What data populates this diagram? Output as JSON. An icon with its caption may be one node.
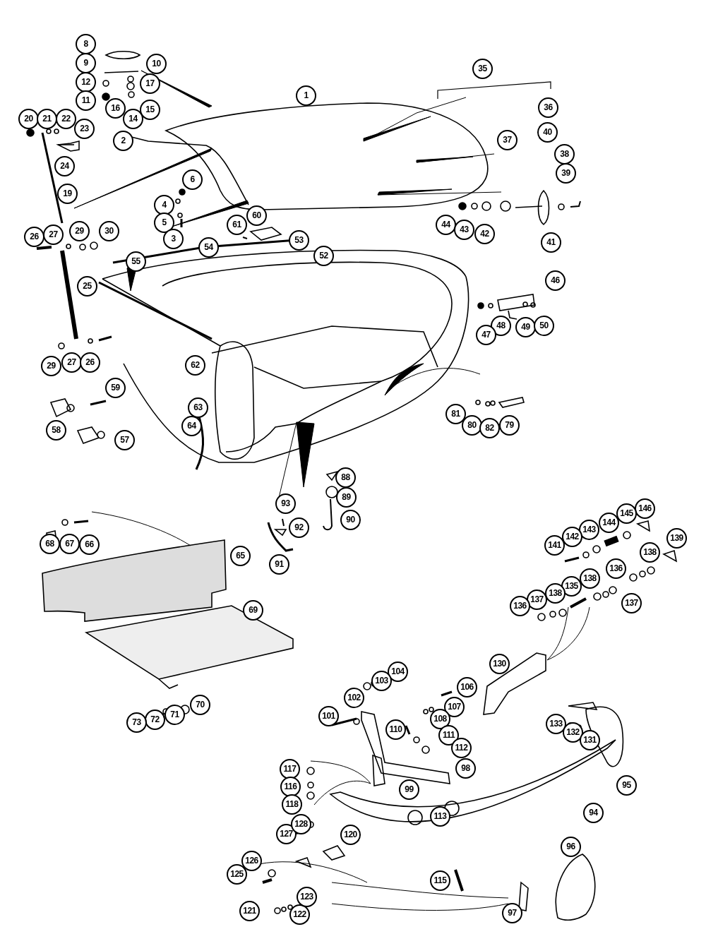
{
  "diagram": {
    "labels": [
      "8",
      "9",
      "10",
      "12",
      "17",
      "11",
      "16",
      "15",
      "14",
      "1",
      "35",
      "20",
      "21",
      "22",
      "23",
      "36",
      "2",
      "40",
      "37",
      "24",
      "38",
      "39",
      "6",
      "19",
      "4",
      "5",
      "60",
      "61",
      "44",
      "43",
      "42",
      "26",
      "27",
      "29",
      "30",
      "3",
      "53",
      "41",
      "54",
      "52",
      "55",
      "25",
      "46",
      "48",
      "49",
      "50",
      "47",
      "27",
      "26",
      "29",
      "62",
      "59",
      "58",
      "63",
      "57",
      "64",
      "81",
      "80",
      "82",
      "79",
      "88",
      "89",
      "93",
      "90",
      "92",
      "68",
      "67",
      "66",
      "65",
      "91",
      "146",
      "145",
      "144",
      "139",
      "143",
      "142",
      "141",
      "138",
      "136",
      "138",
      "137",
      "135",
      "138",
      "137",
      "136",
      "69",
      "130",
      "104",
      "103",
      "102",
      "106",
      "70",
      "107",
      "71",
      "72",
      "73",
      "101",
      "108",
      "110",
      "133",
      "111",
      "132",
      "131",
      "112",
      "117",
      "98",
      "116",
      "99",
      "95",
      "118",
      "113",
      "94",
      "127",
      "128",
      "120",
      "96",
      "125",
      "126",
      "115",
      "121",
      "122",
      "123",
      "97"
    ]
  }
}
